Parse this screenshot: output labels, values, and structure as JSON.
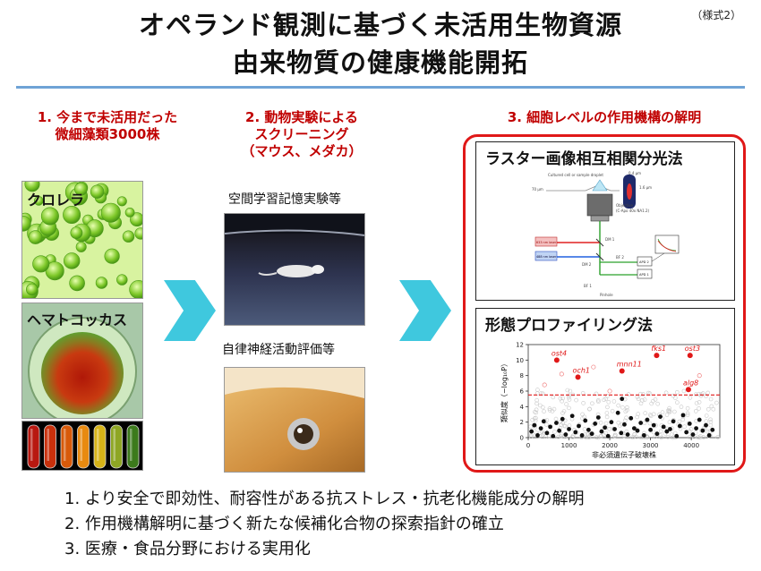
{
  "title": {
    "line1": "オペランド観測に基づく未活用生物資源",
    "line2": "由来物質の健康機能開拓",
    "form_tag": "（様式2）"
  },
  "columns": [
    {
      "heading_line1": "1. 今まで未活用だった",
      "heading_line2": "微細藻類3000株"
    },
    {
      "heading_line1": "2. 動物実験による",
      "heading_line2": "スクリーニング",
      "heading_line3": "（マウス、メダカ）"
    },
    {
      "heading_line1": "3. 細胞レベルの作用機構の解明"
    }
  ],
  "algae": {
    "chlorella": "クロレラ",
    "haematococcus": "ヘマトコッカス",
    "tube_colors": [
      "#b81810",
      "#c8300c",
      "#d85a0a",
      "#e88a10",
      "#d6b418",
      "#8ea624",
      "#3c7a1c"
    ]
  },
  "animal": {
    "mouse_caption": "空間学習記憶実験等",
    "fish_caption": "自律神経活動評価等"
  },
  "panels": {
    "raster": {
      "title": "ラスター画像相互相関分光法",
      "labels": [
        "Cultured cell or sample droplet",
        "70 μm",
        "0.4 μm",
        "1.6 μm",
        "Objective",
        "(C-Apo 40x NA1.2)",
        "633 nm laser",
        "488 nm laser",
        "DM 1",
        "DM 2",
        "BF 2",
        "BF 1",
        "APD 2",
        "APD 1",
        "Pinhole"
      ]
    },
    "profiling": {
      "title": "形態プロファイリング法"
    }
  },
  "chart_data": {
    "type": "scatter",
    "title": "",
    "xlabel": "非必須遺伝子破壊株",
    "ylabel": "類似度（−log₁₀P）",
    "xlim": [
      0,
      4700
    ],
    "ylim": [
      0,
      12
    ],
    "x_ticks": [
      0,
      1000,
      2000,
      3000,
      4000
    ],
    "y_ticks": [
      0,
      2,
      4,
      6,
      8,
      10,
      12
    ],
    "threshold": 5.5,
    "highlighted": [
      {
        "label": "ost4",
        "x": 700,
        "y": 10.0,
        "color": "#e01818"
      },
      {
        "label": "och1",
        "x": 1220,
        "y": 7.8,
        "color": "#e01818"
      },
      {
        "label": "mnn11",
        "x": 2300,
        "y": 8.6,
        "color": "#e01818"
      },
      {
        "label": "fks1",
        "x": 3150,
        "y": 10.6,
        "color": "#e01818"
      },
      {
        "label": "ost3",
        "x": 3970,
        "y": 10.6,
        "color": "#e01818"
      },
      {
        "label": "alg8",
        "x": 3930,
        "y": 6.2,
        "color": "#e01818"
      }
    ],
    "highlight_points_extra": [
      {
        "x": 400,
        "y": 6.8
      },
      {
        "x": 820,
        "y": 8.2
      },
      {
        "x": 1600,
        "y": 9.1
      },
      {
        "x": 2000,
        "y": 6.0
      },
      {
        "x": 4200,
        "y": 8.0
      }
    ],
    "black_points": [
      {
        "x": 80,
        "y": 0.8
      },
      {
        "x": 150,
        "y": 1.6
      },
      {
        "x": 230,
        "y": 0.3
      },
      {
        "x": 310,
        "y": 1.2
      },
      {
        "x": 380,
        "y": 2.1
      },
      {
        "x": 460,
        "y": 0.6
      },
      {
        "x": 540,
        "y": 1.4
      },
      {
        "x": 610,
        "y": 0.2
      },
      {
        "x": 690,
        "y": 1.9
      },
      {
        "x": 760,
        "y": 0.9
      },
      {
        "x": 840,
        "y": 2.4
      },
      {
        "x": 920,
        "y": 0.4
      },
      {
        "x": 1000,
        "y": 1.1
      },
      {
        "x": 1080,
        "y": 2.8
      },
      {
        "x": 1160,
        "y": 0.7
      },
      {
        "x": 1240,
        "y": 1.5
      },
      {
        "x": 1320,
        "y": 0.3
      },
      {
        "x": 1400,
        "y": 2.2
      },
      {
        "x": 1480,
        "y": 1.0
      },
      {
        "x": 1560,
        "y": 0.5
      },
      {
        "x": 1640,
        "y": 1.8
      },
      {
        "x": 1720,
        "y": 2.6
      },
      {
        "x": 1800,
        "y": 0.8
      },
      {
        "x": 1880,
        "y": 1.3
      },
      {
        "x": 1960,
        "y": 0.2
      },
      {
        "x": 2040,
        "y": 2.0
      },
      {
        "x": 2120,
        "y": 1.1
      },
      {
        "x": 2200,
        "y": 3.2
      },
      {
        "x": 2280,
        "y": 0.6
      },
      {
        "x": 2360,
        "y": 1.7
      },
      {
        "x": 2440,
        "y": 0.4
      },
      {
        "x": 2520,
        "y": 2.5
      },
      {
        "x": 2600,
        "y": 1.2
      },
      {
        "x": 2680,
        "y": 0.9
      },
      {
        "x": 2760,
        "y": 1.9
      },
      {
        "x": 2840,
        "y": 0.3
      },
      {
        "x": 2920,
        "y": 2.3
      },
      {
        "x": 3000,
        "y": 1.0
      },
      {
        "x": 3080,
        "y": 1.6
      },
      {
        "x": 3160,
        "y": 0.5
      },
      {
        "x": 3240,
        "y": 2.7
      },
      {
        "x": 3320,
        "y": 1.4
      },
      {
        "x": 3400,
        "y": 0.8
      },
      {
        "x": 3480,
        "y": 1.1
      },
      {
        "x": 3560,
        "y": 2.1
      },
      {
        "x": 3640,
        "y": 0.2
      },
      {
        "x": 3720,
        "y": 1.5
      },
      {
        "x": 3800,
        "y": 2.9
      },
      {
        "x": 3880,
        "y": 0.7
      },
      {
        "x": 3960,
        "y": 1.8
      },
      {
        "x": 4040,
        "y": 0.4
      },
      {
        "x": 4120,
        "y": 1.2
      },
      {
        "x": 4200,
        "y": 2.3
      },
      {
        "x": 4280,
        "y": 0.9
      },
      {
        "x": 4360,
        "y": 1.6
      },
      {
        "x": 4440,
        "y": 0.3
      },
      {
        "x": 4520,
        "y": 1.0
      },
      {
        "x": 2300,
        "y": 5.0
      }
    ]
  },
  "conclusions": [
    "1. より安全で即効性、耐容性がある抗ストレス・抗老化機能成分の解明",
    "2. 作用機構解明に基づく新たな候補化合物の探索指針の確立",
    "3. 医療・食品分野における実用化"
  ]
}
